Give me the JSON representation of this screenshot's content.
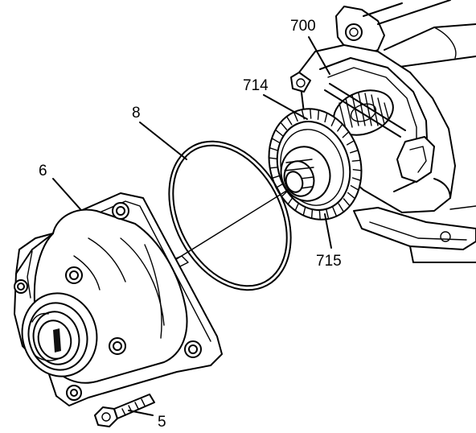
{
  "callouts": {
    "c700": "700",
    "c714": "714",
    "c8": "8",
    "c6": "6",
    "c715": "715",
    "c5": "5"
  },
  "colors": {
    "ink": "#000000",
    "paper": "#ffffff"
  }
}
